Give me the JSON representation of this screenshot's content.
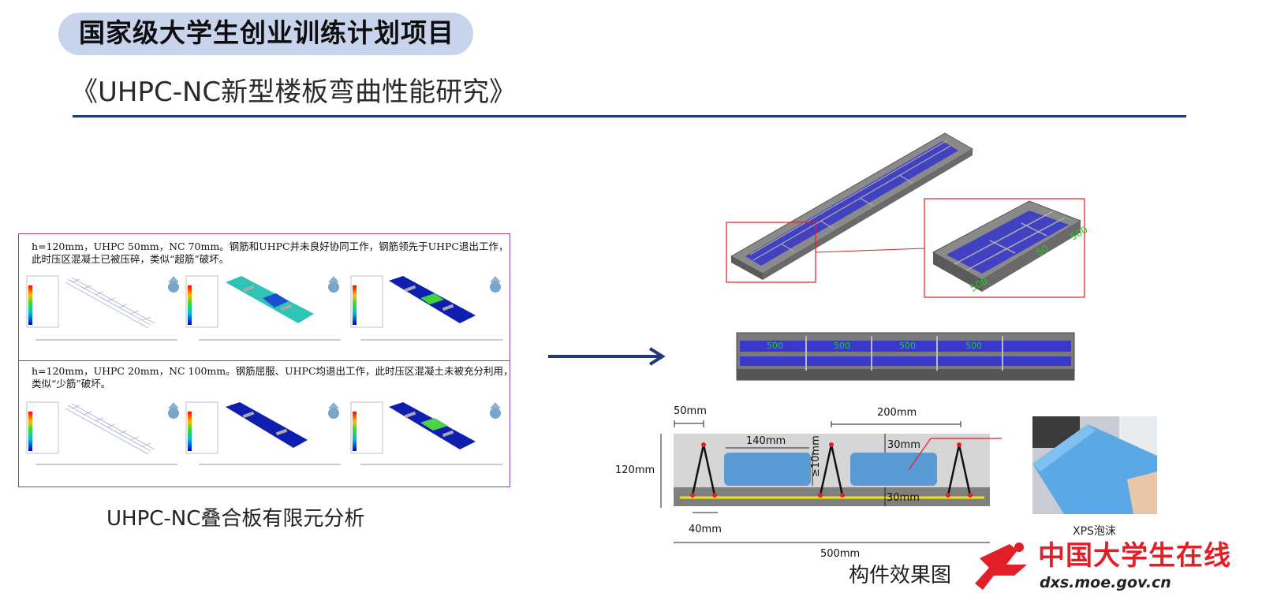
{
  "header": {
    "project_label": "国家级大学生创业训练计划项目"
  },
  "subtitle": "《UHPC-NC新型楼板弯曲性能研究》",
  "fea_panel": {
    "case1": "h=120mm，UHPC 50mm，NC 70mm。钢筋和UHPC并未良好协同工作，钢筋领先于UHPC退出工作，",
    "case1_line2": "此时压区混凝土已被压碎，类似“超筋”破坏。",
    "case2": "h=120mm，UHPC 20mm，NC 100mm。钢筋屈服、UHPC均退出工作，此时压区混凝土未被充分利用，",
    "case2_line2": "类似“少筋”破坏。"
  },
  "caption_left": "UHPC-NC叠合板有限元分析",
  "caption_right": "构件效果图",
  "section": {
    "dims": {
      "top_spacing": "50mm",
      "foam_spacing": "200mm",
      "foam_width": "140mm",
      "top_cover": "30mm",
      "gap": "≥10mm",
      "total_height": "120mm",
      "bottom_layer": "30mm",
      "rebar_spacing": "40mm",
      "total_width": "500mm"
    },
    "model_labels": [
      "500",
      "50",
      "500",
      "500",
      "500",
      "500",
      "500"
    ]
  },
  "photo_label": "XPS泡沫",
  "logo": {
    "name": "中国大学生在线",
    "url": "dxs.moe.gov.cn"
  },
  "colors": {
    "header_pill": "#c8d3ec",
    "rule": "#1f3a78",
    "panel_border": "#8a3fbf",
    "logo_red": "#e11f26",
    "foam_blue": "#5b9bd5"
  }
}
